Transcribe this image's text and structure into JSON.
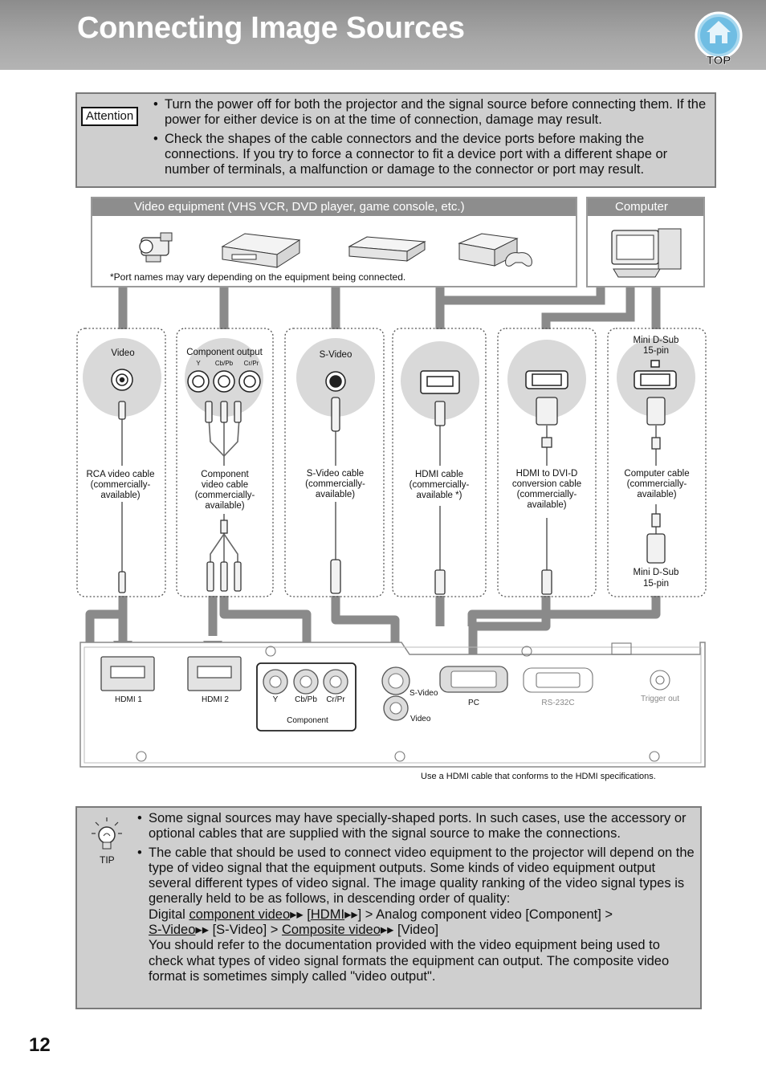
{
  "header": {
    "title": "Connecting Image Sources",
    "top_button_label": "TOP"
  },
  "attention": {
    "label": "Attention",
    "items": [
      "Turn the power off for both the projector and the signal source before connecting them. If the power for either device is on at the time of connection, damage may result.",
      "Check the shapes of the cable connectors and the device ports before making the connections. If you try to force a connector to fit a device port with a different shape or number of terminals, a malfunction or damage to the connector or port may result."
    ]
  },
  "diagram": {
    "video_equipment_title": "Video equipment (VHS VCR, DVD player, game console, etc.)",
    "computer_title": "Computer",
    "port_note": "*Port names may vary depending on the equipment being connected.",
    "source_ports": {
      "video": "Video",
      "component": "Component output",
      "component_y": "Y",
      "component_cb": "Cb/Pb",
      "component_cr": "Cr/Pr",
      "svideo": "S-Video",
      "minidsub_1": "Mini D-Sub",
      "minidsub_2": "15-pin"
    },
    "cables": {
      "rca": [
        "RCA video cable",
        "(commercially-",
        "available)"
      ],
      "component": [
        "Component",
        "video cable",
        "(commercially-",
        "available)"
      ],
      "svideo": [
        "S-Video cable",
        "(commercially-",
        "available)"
      ],
      "hdmi": [
        "HDMI cable",
        "(commercially-",
        "available *)"
      ],
      "hdmi_dvi": [
        "HDMI to DVI-D",
        "conversion cable",
        "(commercially-",
        "available)"
      ],
      "computer": [
        "Computer cable",
        "(commercially-",
        "available)"
      ]
    },
    "minidsub_bottom_1": "Mini D-Sub",
    "minidsub_bottom_2": "15-pin",
    "projector_ports": {
      "hdmi1": "HDMI 1",
      "hdmi2": "HDMI 2",
      "y": "Y",
      "cb": "Cb/Pb",
      "cr": "Cr/Pr",
      "component": "Component",
      "svideo": "S-Video",
      "video": "Video",
      "pc": "PC",
      "rs232c": "RS-232C",
      "trigger": "Trigger out"
    },
    "hdmi_note": "Use a HDMI cable that conforms to the HDMI specifications."
  },
  "tip": {
    "label": "TIP",
    "item1": "Some signal sources may have specially-shaped ports. In such cases, use the accessory or optional cables that are supplied with the signal source to make the connections.",
    "item2_intro": "The cable that should be used to connect video equipment to the projector will depend on the type of video signal that the equipment outputs. Some kinds of video equipment output several different types of video signal. The image quality ranking of the video signal types is generally held to be as follows, in descending order of quality:",
    "ranking": {
      "digital": "Digital",
      "link_component": "component video",
      "hdmi_open": "[",
      "link_hdmi": "HDMI",
      "hdmi_close": "] > Analog component video [Component] >",
      "link_svideo": "S-Video",
      "svideo_rest": "[S-Video] >",
      "link_composite": "Composite video",
      "video_rest": "[Video]"
    },
    "item2_outro": "You should refer to the documentation provided with the video equipment being used to check what types of video signal formats the equipment can output. The composite video format is sometimes simply called \"video output\"."
  },
  "page_number": "12"
}
